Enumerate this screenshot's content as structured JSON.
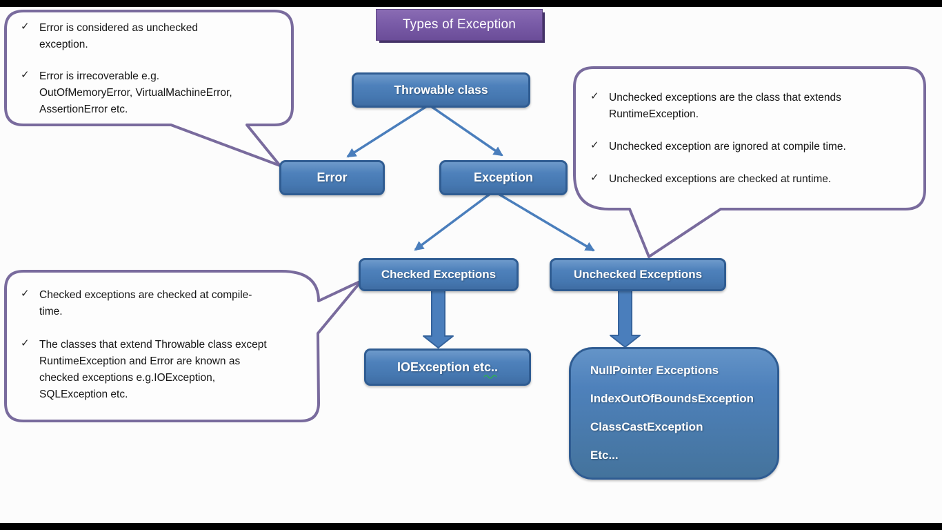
{
  "glyphs": {
    "check": "✓"
  },
  "colors": {
    "node_fill_blue": "#4a7db9",
    "node_border_blue": "#2f5c92",
    "arrow_blue": "#4a7ebc",
    "callout_border_purple": "#796b9d",
    "title_fill_purple": "#7a5ca8",
    "squiggle_green": "#2fae57",
    "letterbox_black": "#000000",
    "text_white": "#ffffff"
  },
  "title": "Types of Exception",
  "nodes": {
    "throwable": "Throwable class",
    "error": "Error",
    "exception": "Exception",
    "checked": "Checked Exceptions",
    "unchecked": "Unchecked Exceptions",
    "io": "IOException etc..",
    "unchecked_examples": [
      "NullPointer Exceptions",
      "IndexOutOfBoundsException",
      "ClassCastException",
      "Etc..."
    ]
  },
  "callouts": {
    "error_note": {
      "items": [
        "Error is considered as unchecked\nexception.",
        "Error is irrecoverable e.g.\nOutOfMemoryError, VirtualMachineError,\nAssertionError etc."
      ]
    },
    "unchecked_note": {
      "items": [
        "Unchecked exceptions are the class that extends\nRuntimeException.",
        "Unchecked exception are ignored at compile time.",
        "Unchecked exceptions are checked at runtime."
      ]
    },
    "checked_note": {
      "items": [
        "Checked exceptions are checked at compile-\ntime.",
        "The classes that extend Throwable class except\nRuntimeException and Error are known as\nchecked exceptions e.g.IOException,\nSQLException etc."
      ]
    }
  }
}
